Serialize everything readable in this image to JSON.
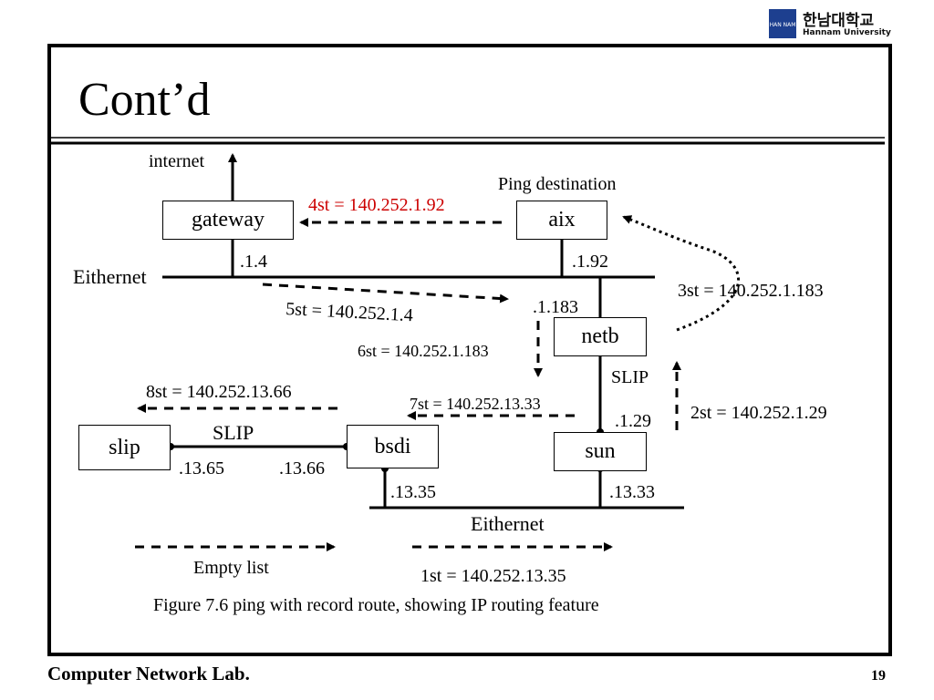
{
  "header": {
    "title": "Cont’d",
    "logo": {
      "korean": "한남대학교",
      "english": "Hannam University",
      "mark": "HAN NAM"
    }
  },
  "diagram": {
    "nodes": {
      "gateway": "gateway",
      "aix": "aix",
      "netb": "netb",
      "slip": "slip",
      "bsdi": "bsdi",
      "sun": "sun"
    },
    "labels": {
      "internet": "internet",
      "ping_destination": "Ping destination",
      "eithernet_top": "Eithernet",
      "eithernet_bottom": "Eithernet",
      "slip_link": "SLIP",
      "slip_vertical": "SLIP",
      "addr_gateway": ".1.4",
      "addr_aix": ".1.92",
      "addr_netb": ".1.183",
      "addr_sun_top": ".1.29",
      "addr_slip": ".13.65",
      "addr_bsdi_left": ".13.66",
      "addr_bsdi_bottom": ".13.35",
      "addr_sun_bottom": ".13.33"
    },
    "routes": {
      "r1": "1st = 140.252.13.35",
      "r2": "2st = 140.252.1.29",
      "r3": "3st = 140.252.1.183",
      "r4": "4st = 140.252.1.92",
      "r5": "5st = 140.252.1.4",
      "r6": "6st = 140.252.1.183",
      "r7": "7st = 140.252.13.33",
      "r8": "8st = 140.252.13.66"
    },
    "empty_list": "Empty list",
    "caption": "Figure 7.6 ping with record route, showing IP routing feature"
  },
  "footer": {
    "lab": "Computer Network Lab.",
    "page": "19"
  },
  "colors": {
    "highlight_route": "#cc0000",
    "logo_blue": "#1d3f8f"
  }
}
